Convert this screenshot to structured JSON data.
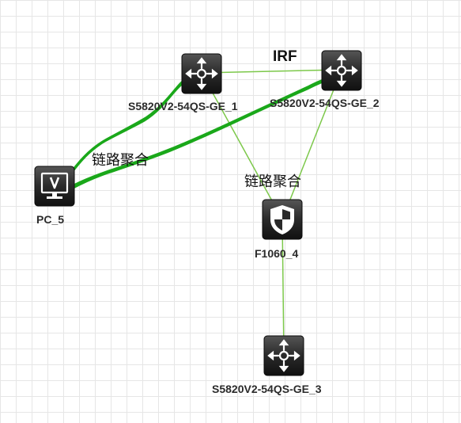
{
  "topology": {
    "nodes": {
      "sw1": {
        "label": "S5820V2-54QS-GE_1",
        "type": "switch",
        "icon": "switch-icon"
      },
      "sw2": {
        "label": "S5820V2-54QS-GE_2",
        "type": "switch",
        "icon": "switch-icon"
      },
      "fw": {
        "label": "F1060_4",
        "type": "firewall",
        "icon": "shield-icon"
      },
      "sw3": {
        "label": "S5820V2-54QS-GE_3",
        "type": "switch",
        "icon": "switch-icon"
      },
      "pc": {
        "label": "PC_5",
        "type": "pc",
        "icon": "monitor-icon"
      }
    },
    "links": [
      {
        "from": "sw1",
        "to": "sw2",
        "kind": "normal"
      },
      {
        "from": "sw1",
        "to": "fw",
        "kind": "normal"
      },
      {
        "from": "sw2",
        "to": "fw",
        "kind": "normal"
      },
      {
        "from": "fw",
        "to": "sw3",
        "kind": "normal"
      },
      {
        "from": "pc",
        "to": "sw1",
        "kind": "drawn"
      },
      {
        "from": "pc",
        "to": "sw2",
        "kind": "drawn"
      }
    ],
    "annotations": {
      "irf": "IRF",
      "agg_left": "链路聚合",
      "agg_right": "链路聚合"
    },
    "colors": {
      "link": "#7cc84a",
      "drawn": "#1aa81a",
      "device_dark": "#1c1c1c",
      "device_light": "#4a4a4a",
      "label": "#2b2b2b"
    }
  }
}
